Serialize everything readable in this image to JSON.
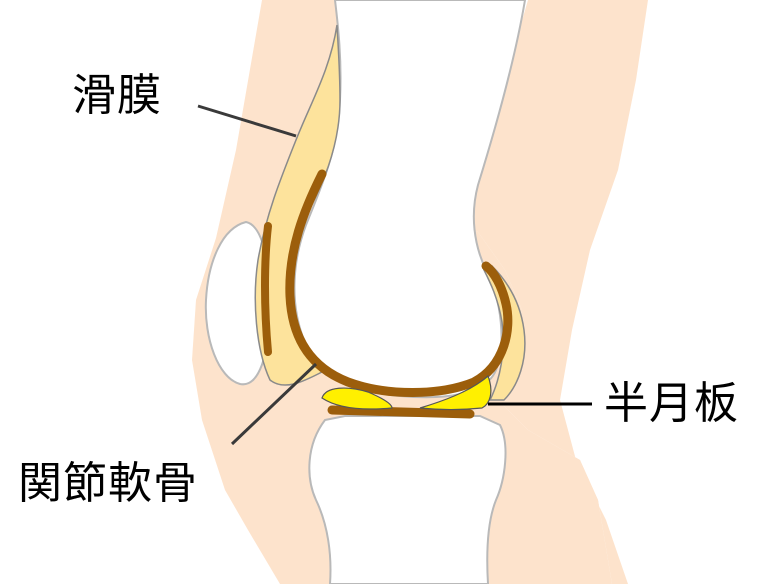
{
  "labels": {
    "synovium": "滑膜",
    "meniscus": "半月板",
    "articular_cartilage": "関節軟骨"
  },
  "colors": {
    "background": "#ffffff",
    "skin": "#fde3cc",
    "bone": "#ffffff",
    "bone_outline": "#b9b9b9",
    "synovium_fill": "#fde39c",
    "cartilage": "#9c5e0b",
    "meniscus": "#fff000",
    "leader_line": "#3a3a3a"
  }
}
